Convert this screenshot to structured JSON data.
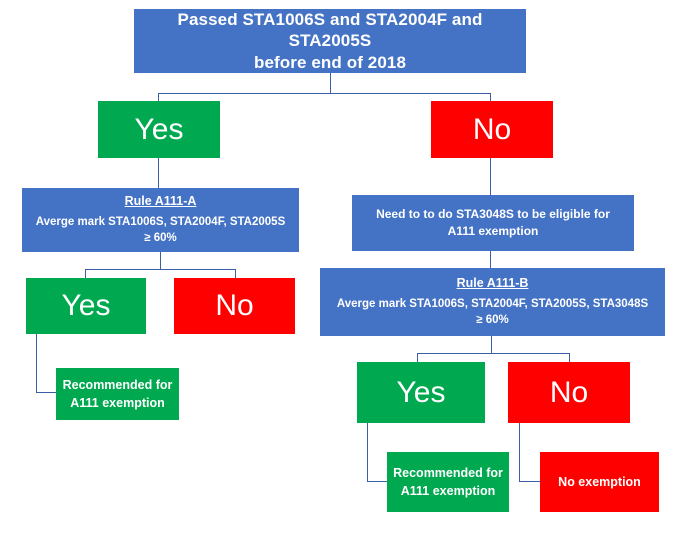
{
  "diagram": {
    "title_text": "Passed STA1006S and STA2004F and STA2005S before end of 2018",
    "colors": {
      "decision_blue": "#4472C4",
      "yes_green": "#00A94F",
      "no_red": "#FF0000",
      "connector": "#3B5FA4",
      "text": "#FFFFFF",
      "background": "#FFFFFF"
    },
    "nodes": {
      "root_question": {
        "line1": "Passed STA1006S and STA2004F and STA2005S",
        "line2": "before end of 2018"
      },
      "root_yes": {
        "label": "Yes"
      },
      "root_no": {
        "label": "No"
      },
      "rule_a": {
        "heading": "Rule A111-A",
        "line1": "Averge mark STA1006S, STA2004F, STA2005S",
        "line2": "≥ 60%"
      },
      "need_sta3048s": {
        "line1": "Need to to do STA3048S to be eligible for",
        "line2": "A111 exemption"
      },
      "rule_a_yes": {
        "label": "Yes"
      },
      "rule_a_no": {
        "label": "No"
      },
      "rule_b": {
        "heading": "Rule A111-B",
        "line1": "Averge mark STA1006S, STA2004F, STA2005S, STA3048S",
        "line2": "≥ 60%"
      },
      "rule_b_yes": {
        "label": "Yes"
      },
      "rule_b_no": {
        "label": "No"
      },
      "outcome_left_recommended": {
        "line1": "Recommended for",
        "line2": "A111 exemption"
      },
      "outcome_right_recommended": {
        "line1": "Recommended for",
        "line2": "A111 exemption"
      },
      "outcome_no_exemption": {
        "line1": "No exemption"
      }
    }
  }
}
